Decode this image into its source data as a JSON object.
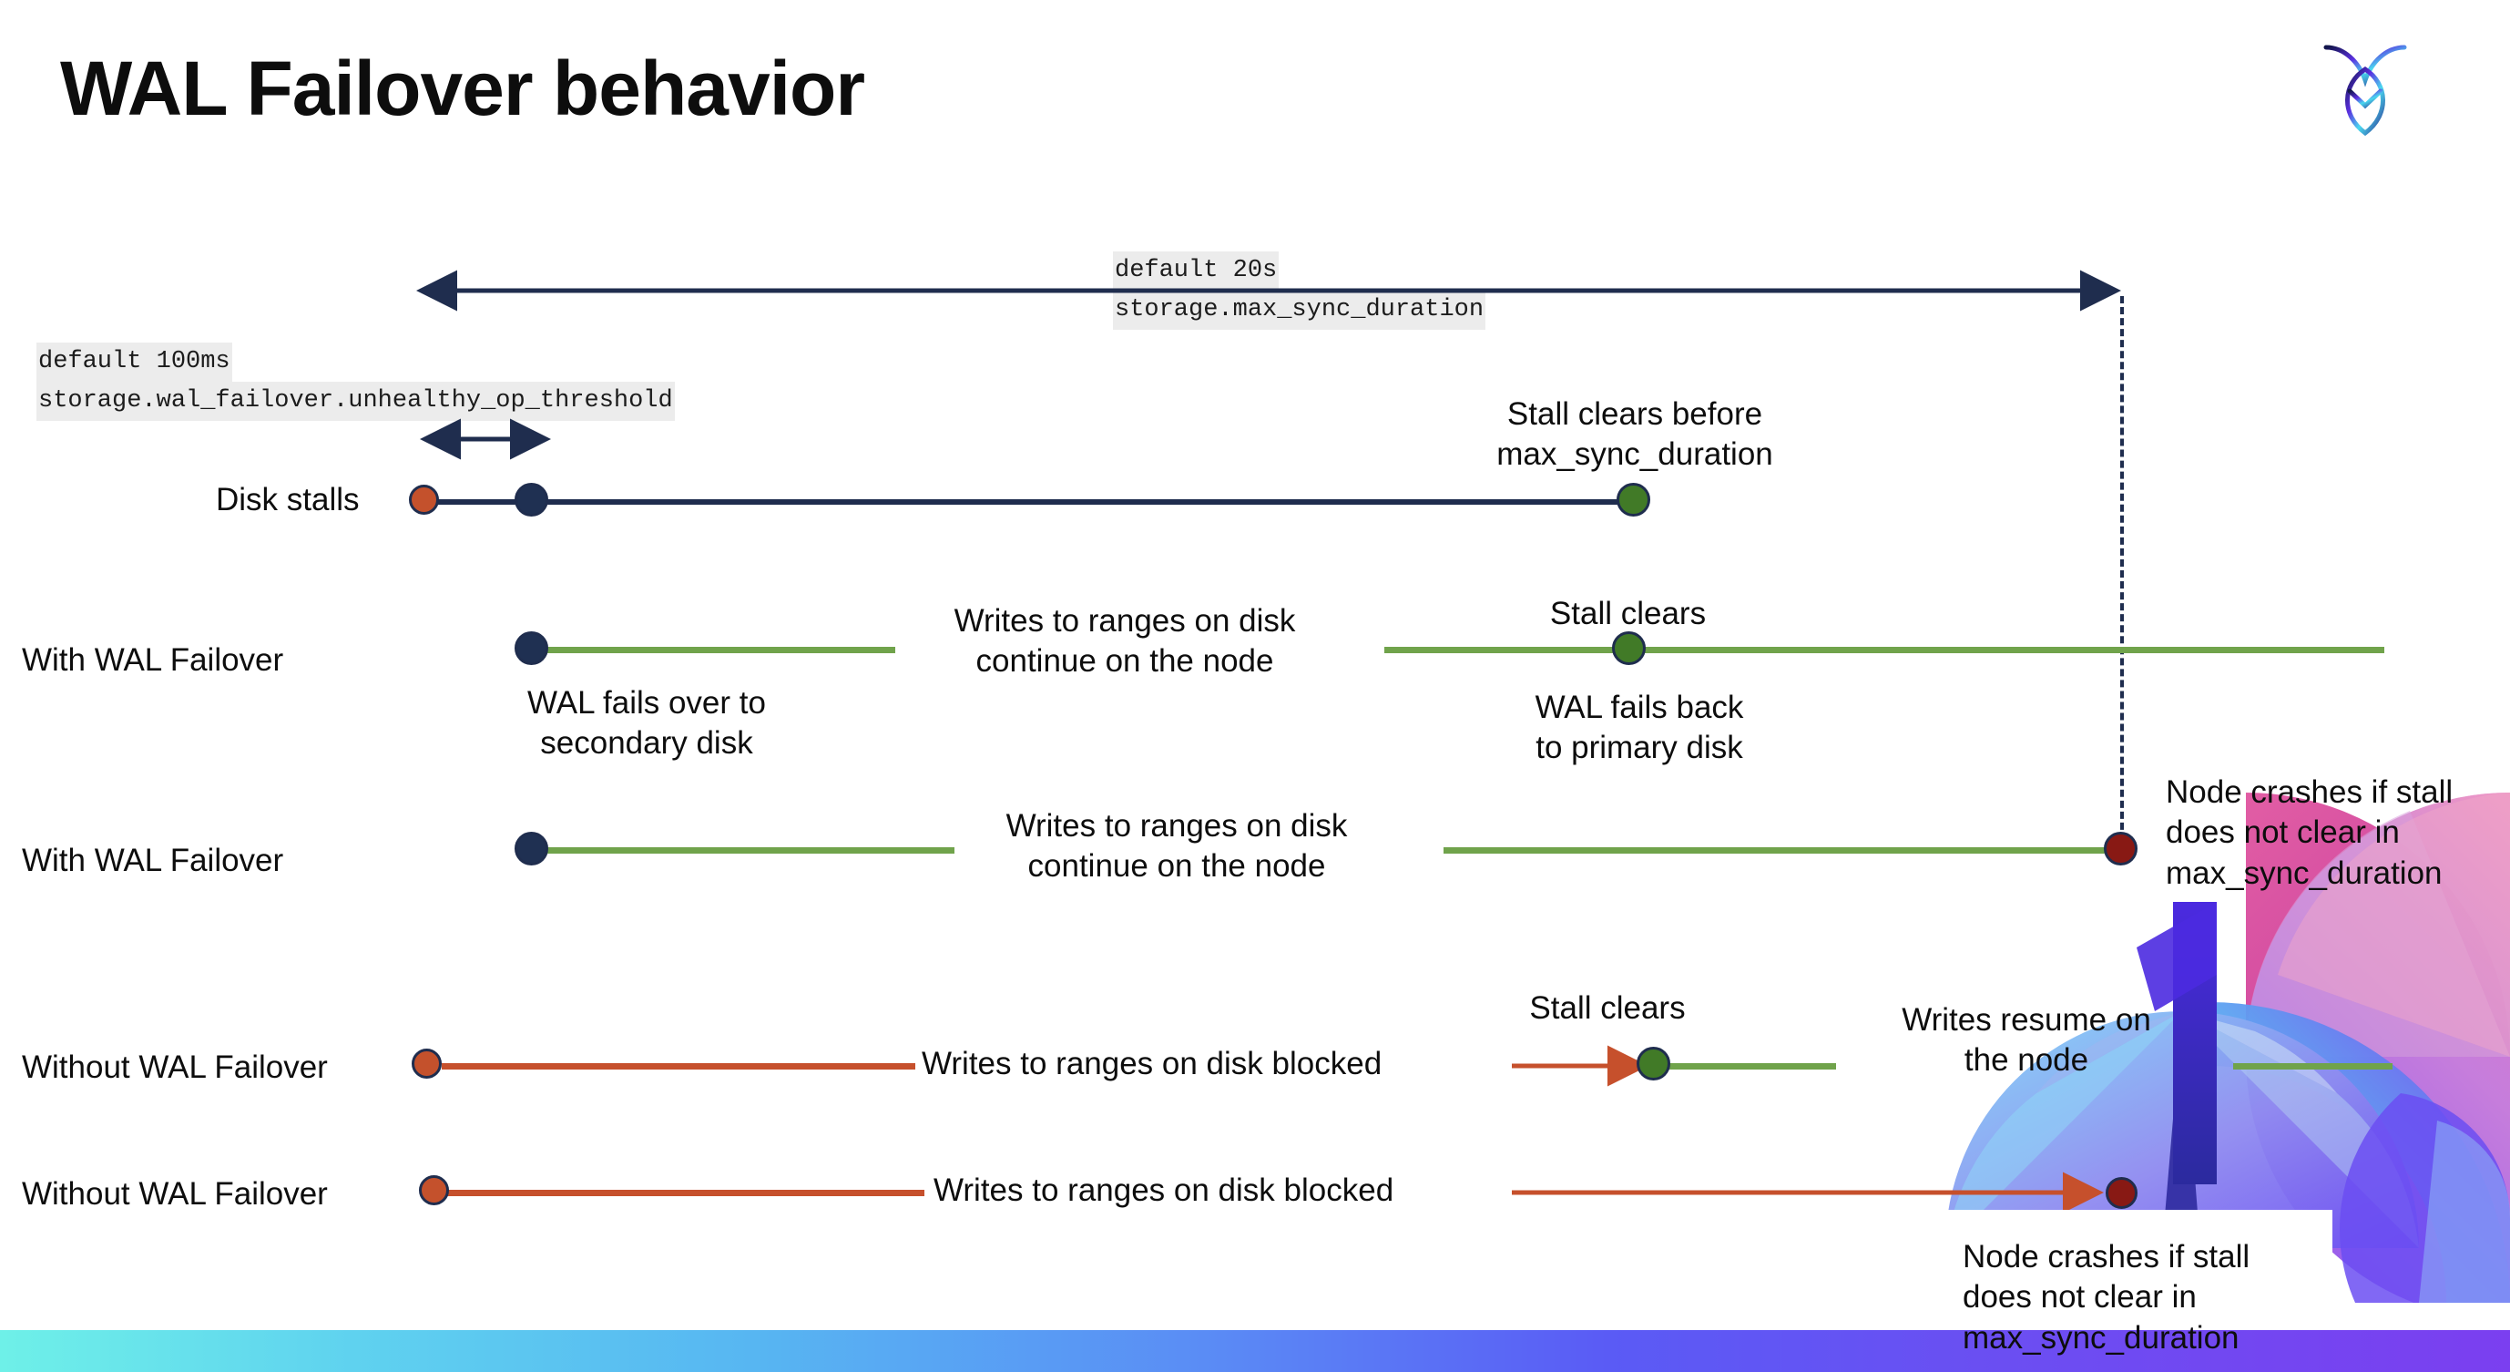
{
  "slide": {
    "title": "WAL Failover behavior",
    "logo_name": "cockroachdb-logo"
  },
  "settings": [
    {
      "id": "max-sync-duration",
      "default_line": "default 20s",
      "setting_line": "storage.max_sync_duration"
    },
    {
      "id": "unhealthy-op-threshold",
      "default_line": "default 100ms",
      "setting_line": "storage.wal_failover.unhealthy_op_threshold"
    }
  ],
  "rows": [
    {
      "id": "disk-stalls",
      "label": "Disk stalls"
    },
    {
      "id": "with-wal-failover-1",
      "label": "With WAL Failover"
    },
    {
      "id": "with-wal-failover-2",
      "label": "With WAL Failover"
    },
    {
      "id": "without-wal-failover-1",
      "label": "Without WAL Failover"
    },
    {
      "id": "without-wal-failover-2",
      "label": "Without WAL Failover"
    }
  ],
  "annotations": {
    "stall_clears_before_max": "Stall clears before\nmax_sync_duration",
    "writes_continue_1": "Writes to ranges on disk\ncontinue on the node",
    "stall_clears_1": "Stall clears",
    "wal_fails_over": "WAL fails over to\nsecondary disk",
    "wal_fails_back": "WAL fails  back\nto primary disk",
    "writes_continue_2": "Writes to ranges on disk\ncontinue on the node",
    "node_crashes_1": "Node crashes if stall\ndoes not clear in\nmax_sync_duration",
    "stall_clears_2": "Stall clears",
    "writes_blocked_1": "Writes to ranges on disk  blocked",
    "writes_resume": "Writes resume on\nthe node",
    "writes_blocked_2": "Writes to ranges on disk  blocked",
    "node_crashes_2": "Node crashes if stall\ndoes not clear in\nmax_sync_duration"
  },
  "colors": {
    "navy": "#1f2d4e",
    "green_line": "#70a34b",
    "orange_line": "#c6502c",
    "dot_navy": "#1f3052",
    "dot_orange": "#c4512c",
    "dot_green": "#417a27",
    "dot_darkred": "#881914",
    "code_highlight": "#ececec",
    "bottom_bar_from": "#6ef0e8",
    "bottom_bar_to": "#7b3ff0"
  }
}
